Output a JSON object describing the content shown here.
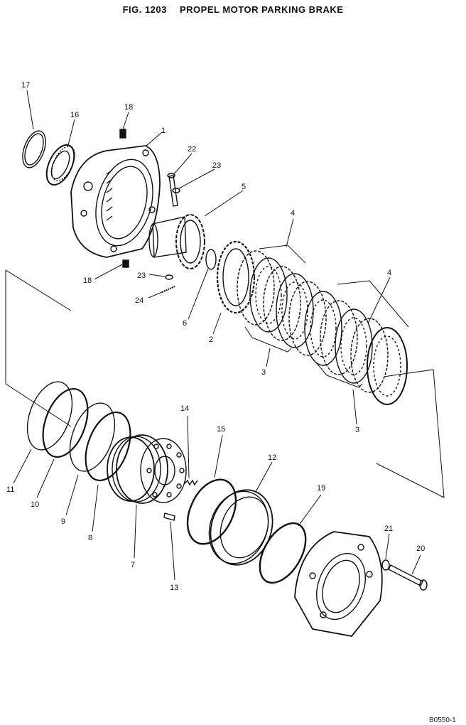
{
  "figure": {
    "number": "FIG. 1203",
    "title": "PROPEL MOTOR PARKING BRAKE",
    "drawing_code": "B0550-1"
  },
  "callouts": {
    "c1": "1",
    "c2": "2",
    "c3a": "3",
    "c3b": "3",
    "c4a": "4",
    "c4b": "4",
    "c5": "5",
    "c6": "6",
    "c7": "7",
    "c8": "8",
    "c9": "9",
    "c10": "10",
    "c11": "11",
    "c12": "12",
    "c13": "13",
    "c14": "14",
    "c15": "15",
    "c16": "16",
    "c17": "17",
    "c18a": "18",
    "c18b": "18",
    "c19": "19",
    "c20": "20",
    "c21": "21",
    "c22": "22",
    "c23a": "23",
    "c23b": "23",
    "c24": "24"
  }
}
